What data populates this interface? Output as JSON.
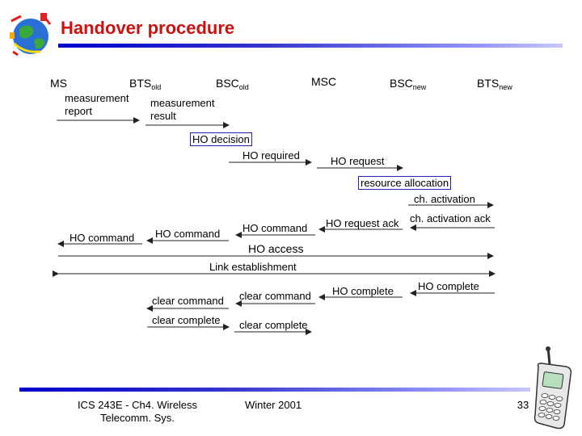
{
  "slide": {
    "title": "Handover procedure",
    "page_number": "33"
  },
  "entities": {
    "ms": "MS",
    "bts_old": "BTS",
    "bts_old_sub": "old",
    "bsc_old": "BSC",
    "bsc_old_sub": "old",
    "msc": "MSC",
    "bsc_new": "BSC",
    "bsc_new_sub": "new",
    "bts_new": "BTS",
    "bts_new_sub": "new"
  },
  "messages": {
    "meas_report_1": "measurement",
    "meas_report_2": "report",
    "meas_result_1": "measurement",
    "meas_result_2": "result",
    "ho_decision": "HO decision",
    "ho_required": "HO required",
    "ho_request": "HO request",
    "resource_allocation": "resource allocation",
    "ch_activation": "ch. activation",
    "ch_activation_ack": "ch. activation ack",
    "ho_request_ack": "HO request ack",
    "ho_command_msc": "HO command",
    "ho_command_bsc": "HO command",
    "ho_command_bts": "HO command",
    "ho_access": "HO access",
    "link_establishment": "Link establishment",
    "ho_complete_bts": "HO complete",
    "ho_complete_bsc": "HO complete",
    "clear_command_msc": "clear command",
    "clear_command_bsc": "clear command",
    "clear_complete_bts": "clear complete",
    "clear_complete_bsc": "clear complete"
  },
  "footer": {
    "course_line1": "ICS 243E - Ch4. Wireless",
    "course_line2": "Telecomm. Sys.",
    "term": "Winter 2001"
  },
  "icons": [
    "globe-logo-icon",
    "mobile-phone-icon"
  ],
  "colors": {
    "title": "#cc1111",
    "bar": "#3333cc",
    "arrow": "#222222"
  }
}
